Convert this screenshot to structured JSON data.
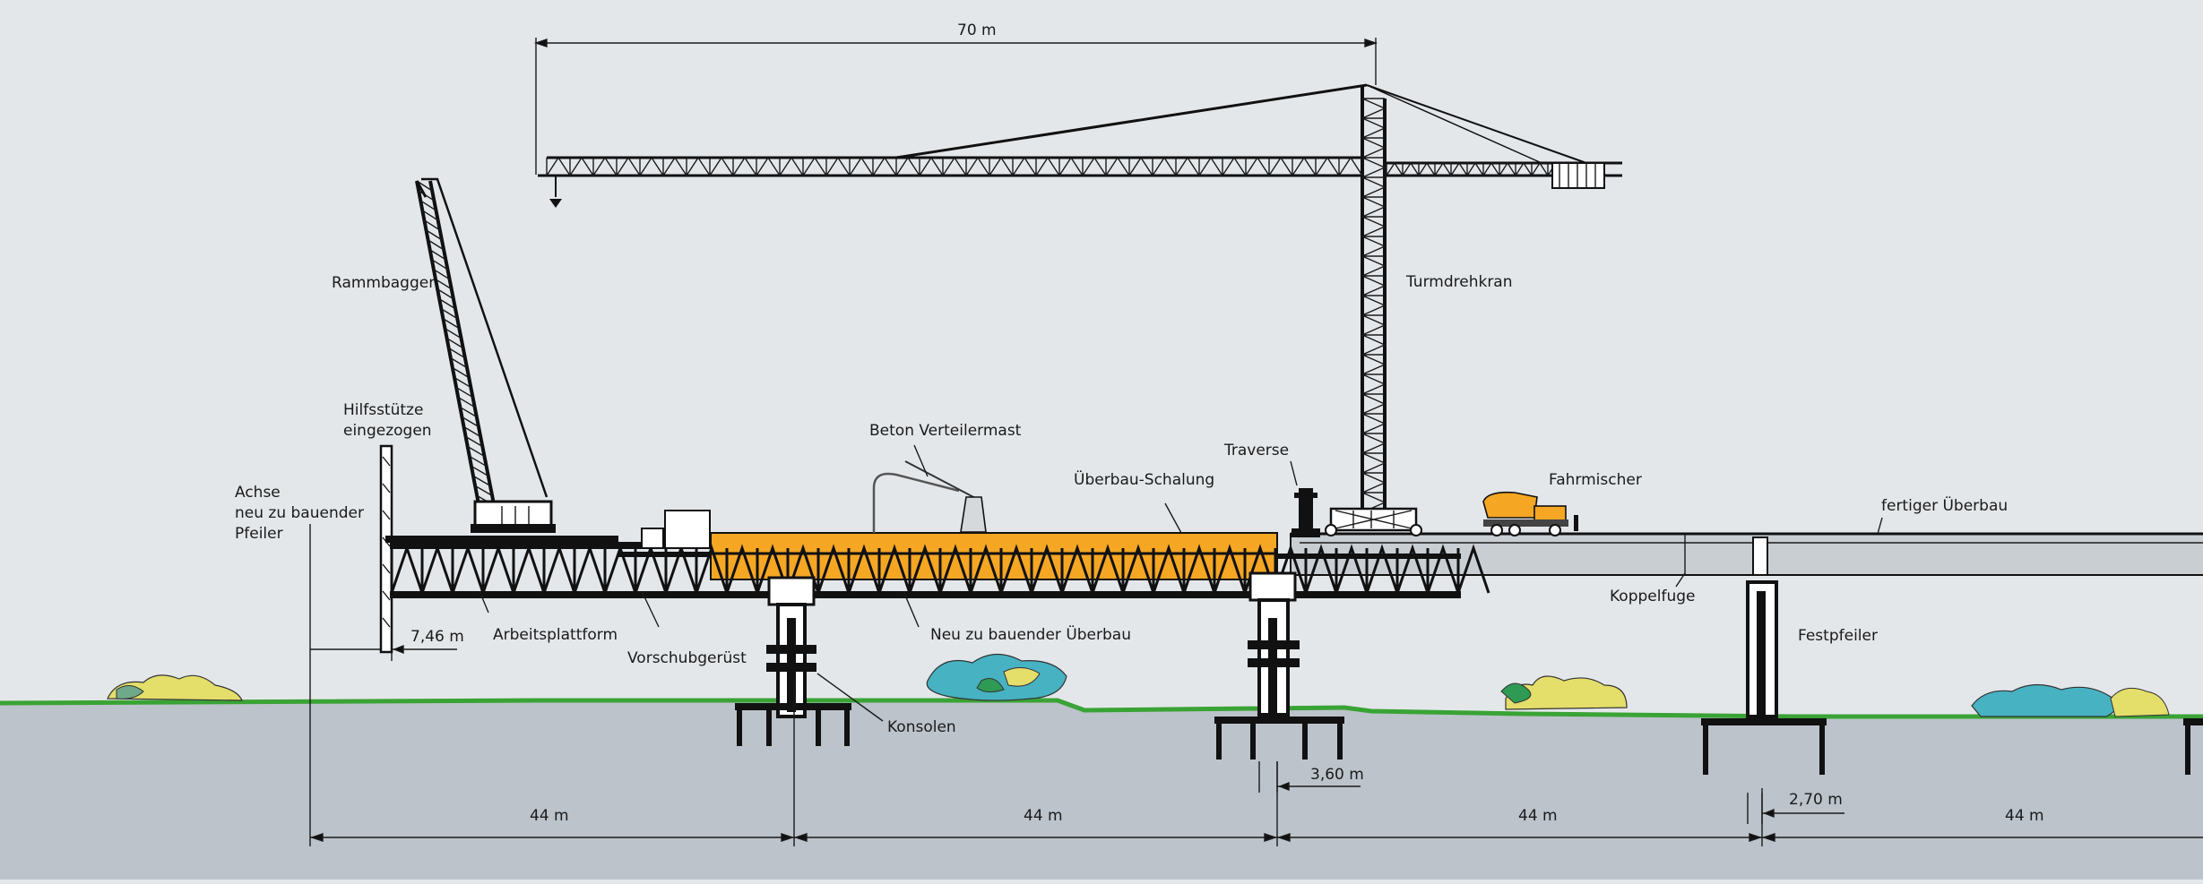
{
  "labels": {
    "rammbagger": "Rammbagger",
    "hilfsstuetze_1": "Hilfsstütze",
    "hilfsstuetze_2": "eingezogen",
    "achse_1": "Achse",
    "achse_2": "neu zu bauender",
    "achse_3": "Pfeiler",
    "beton": "Beton Verteilermast",
    "schalung": "Überbau-Schalung",
    "traverse": "Traverse",
    "turmdrehkran": "Turmdrehkran",
    "fahrmischer": "Fahrmischer",
    "fertiger": "fertiger Überbau",
    "koppelfuge": "Koppelfuge",
    "festpfeiler": "Festpfeiler",
    "arbeitsplattform": "Arbeitsplattform",
    "vorschubgeruest": "Vorschubgerüst",
    "neu_ueberbau": "Neu zu bauender Überbau",
    "konsolen": "Konsolen"
  },
  "dimensions": {
    "crane_jib": "70 m",
    "offset_746": "7,46 m",
    "offset_360": "3,60 m",
    "offset_270": "2,70 m",
    "spans": [
      "44 m",
      "44 m",
      "44 m",
      "44 m"
    ]
  },
  "colors": {
    "background": "#e4e7ea",
    "ground": "#bcc3ca",
    "grass": "#3aa335",
    "formwork": "#f5a623",
    "steel": "#111111",
    "deck": "#c9ced3"
  }
}
